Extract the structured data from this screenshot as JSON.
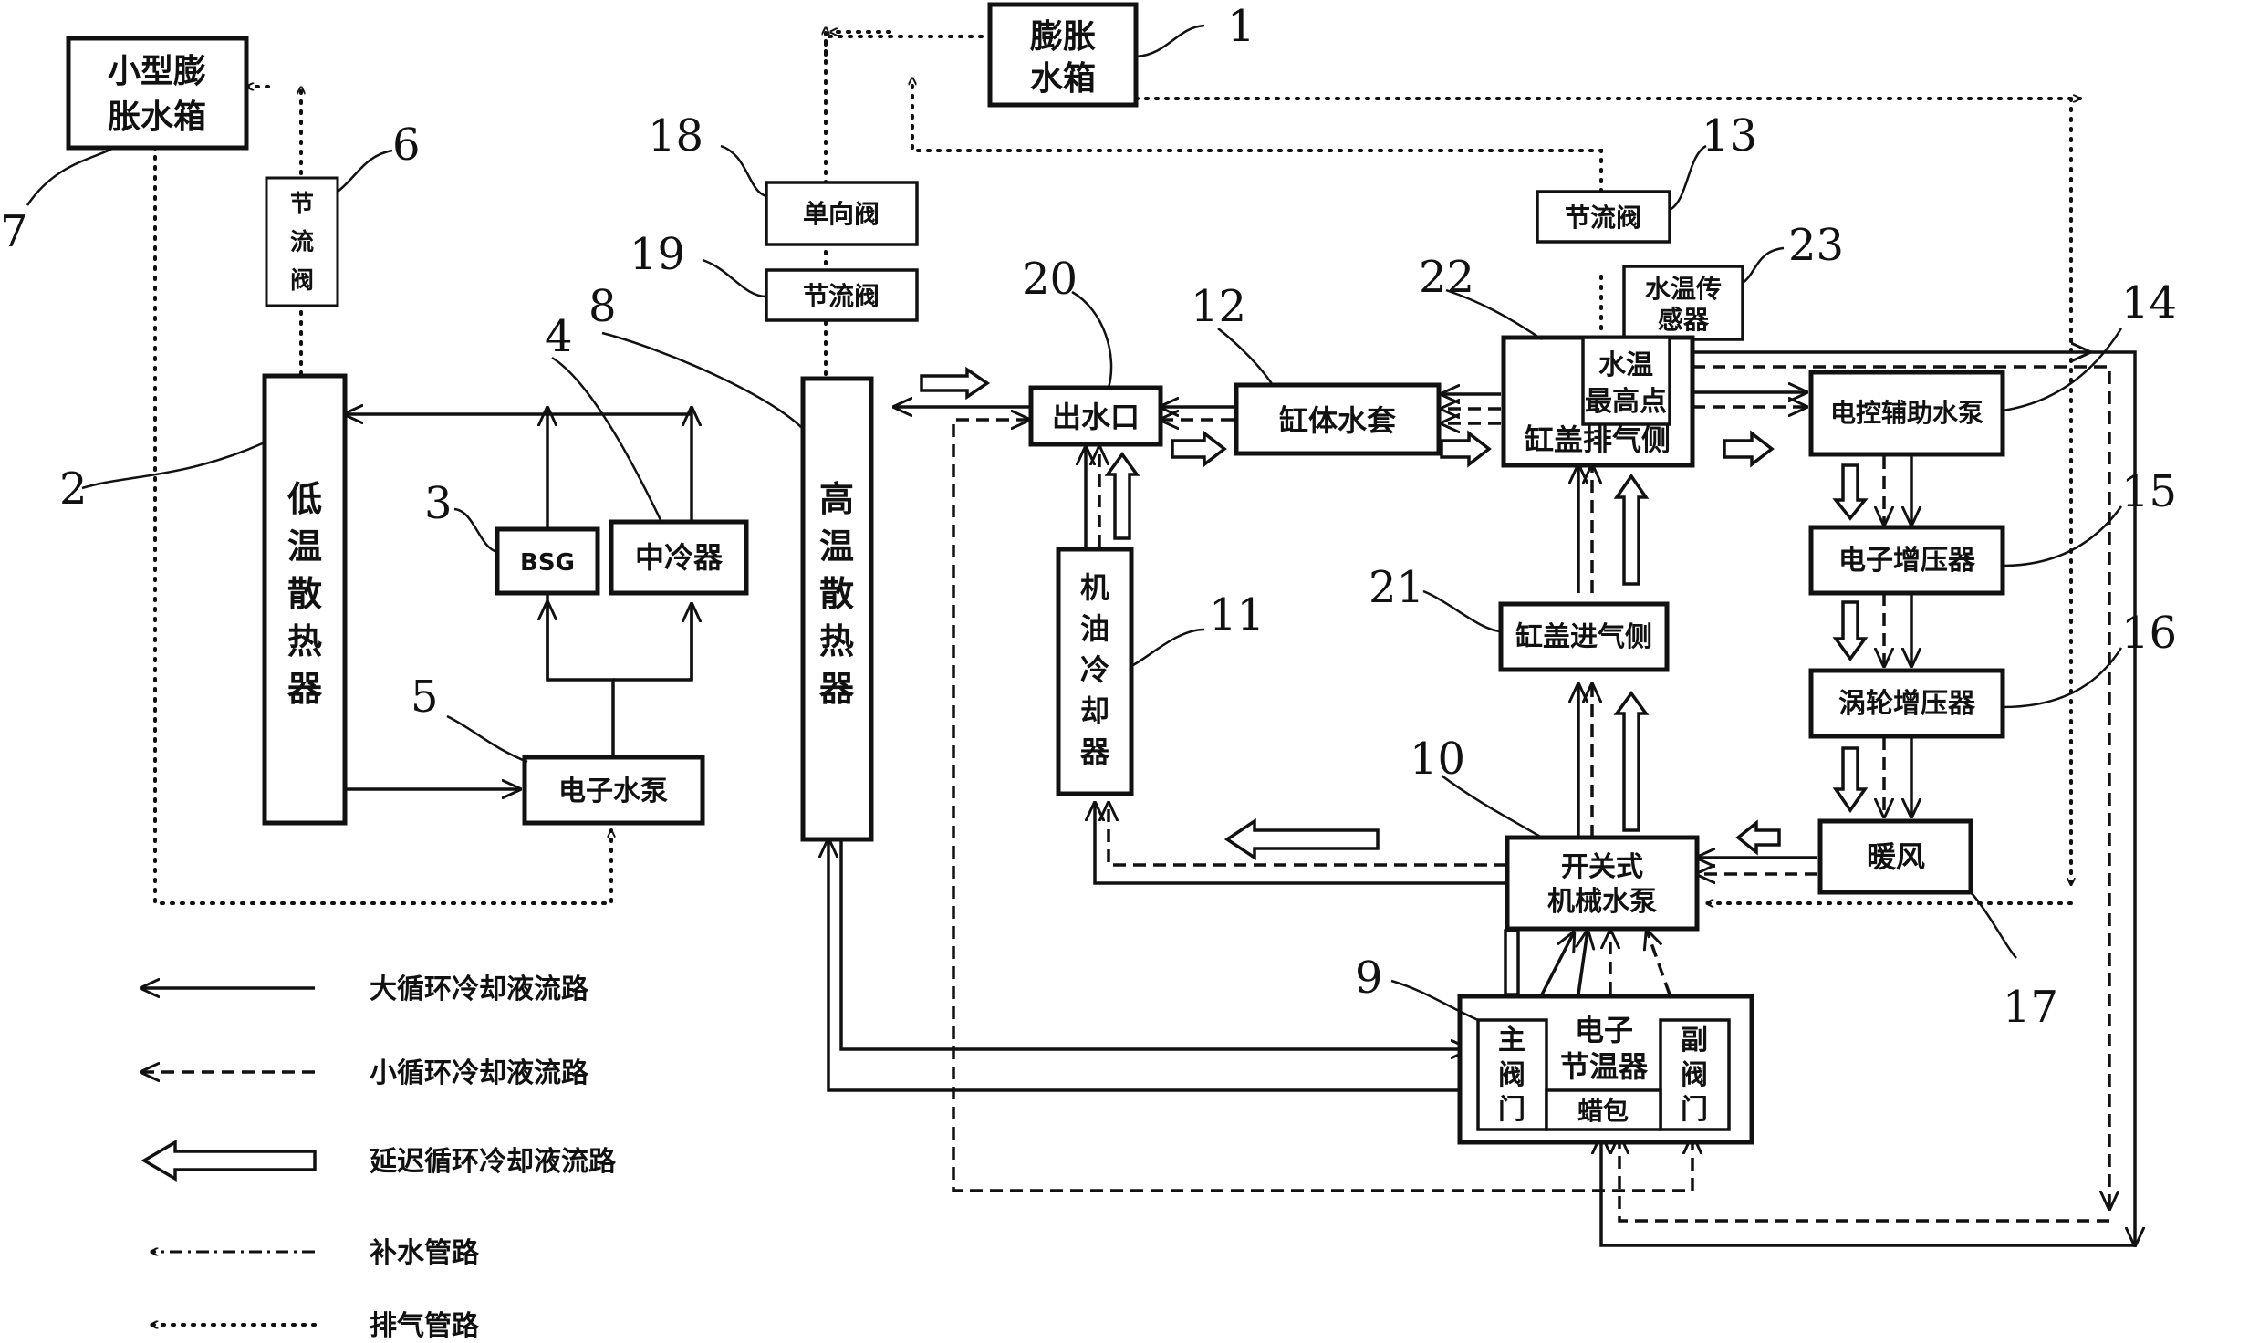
{
  "components": {
    "c1": {
      "num": "1",
      "lines": [
        "膨胀",
        "水箱"
      ]
    },
    "c2": {
      "num": "2",
      "lines": [
        "低",
        "温",
        "散",
        "热",
        "器"
      ]
    },
    "c3": {
      "num": "3",
      "lines": [
        "BSG"
      ]
    },
    "c4": {
      "num": "4",
      "lines": [
        "中冷器"
      ]
    },
    "c5": {
      "num": "5",
      "lines": [
        "电子水泵"
      ]
    },
    "c6": {
      "num": "6",
      "lines": [
        "节",
        "流",
        "阀"
      ]
    },
    "c7": {
      "num": "7",
      "lines": [
        "小型膨",
        "胀水箱"
      ]
    },
    "c8": {
      "num": "8",
      "lines": [
        "高",
        "温",
        "散",
        "热",
        "器"
      ]
    },
    "c9": {
      "num": "9",
      "lines": [
        "电子",
        "节温器"
      ]
    },
    "c9a": {
      "lines": [
        "主",
        "阀",
        "门"
      ]
    },
    "c9b": {
      "lines": [
        "副",
        "阀",
        "门"
      ]
    },
    "c9c": {
      "lines": [
        "蜡包"
      ]
    },
    "c10": {
      "num": "10",
      "lines": [
        "开关式",
        "机械水泵"
      ]
    },
    "c11": {
      "num": "11",
      "lines": [
        "机",
        "油",
        "冷",
        "却",
        "器"
      ]
    },
    "c12": {
      "num": "12",
      "lines": [
        "缸体水套"
      ]
    },
    "c13": {
      "num": "13",
      "lines": [
        "节流阀"
      ]
    },
    "c14": {
      "num": "14",
      "lines": [
        "电控辅助水泵"
      ]
    },
    "c15": {
      "num": "15",
      "lines": [
        "电子增压器"
      ]
    },
    "c16": {
      "num": "16",
      "lines": [
        "涡轮增压器"
      ]
    },
    "c17": {
      "num": "17",
      "lines": [
        "暖风"
      ]
    },
    "c18": {
      "num": "18",
      "lines": [
        "单向阀"
      ]
    },
    "c19": {
      "num": "19",
      "lines": [
        "节流阀"
      ]
    },
    "c20": {
      "num": "20",
      "lines": [
        "出水口"
      ]
    },
    "c21": {
      "num": "21",
      "lines": [
        "缸盖进气侧"
      ]
    },
    "c22": {
      "num": "22",
      "lines": [
        "缸盖排气侧"
      ]
    },
    "c22a": {
      "lines": [
        "水温",
        "最高点"
      ]
    },
    "c23": {
      "num": "23",
      "lines": [
        "水温传",
        "感器"
      ]
    }
  },
  "legend": [
    {
      "style": "solid",
      "label": "大循环冷却液流路"
    },
    {
      "style": "dashed",
      "label": "小循环冷却液流路"
    },
    {
      "style": "hollow",
      "label": "延迟循环冷却液流路"
    },
    {
      "style": "dashdot",
      "label": "补水管路"
    },
    {
      "style": "dotted",
      "label": "排气管路"
    }
  ]
}
